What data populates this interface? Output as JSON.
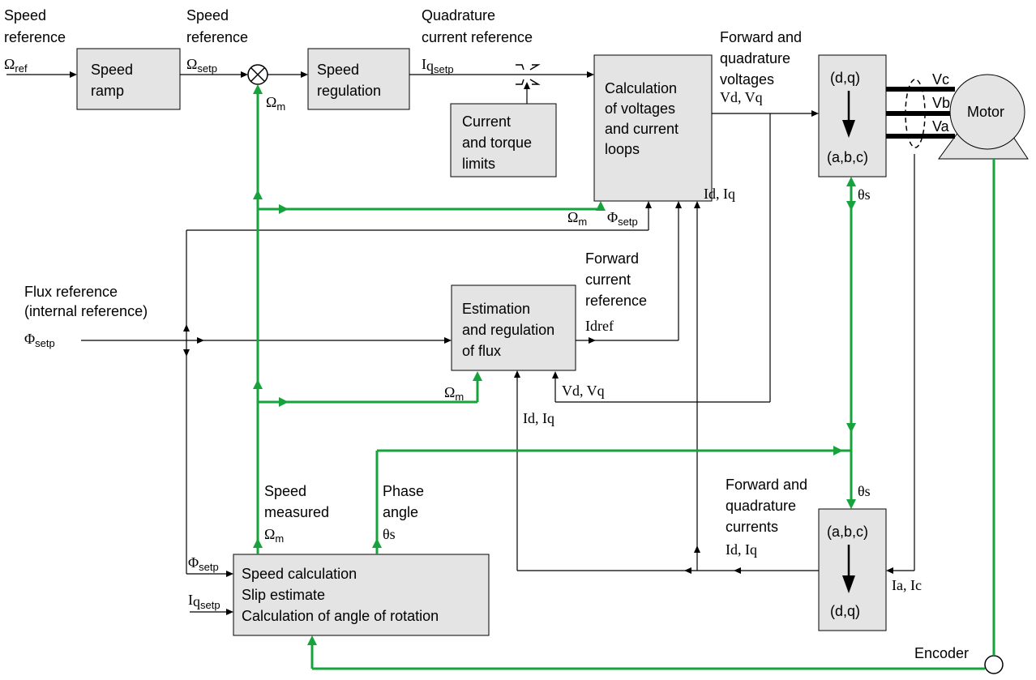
{
  "blocks": {
    "speed_ramp": [
      "Speed",
      "ramp"
    ],
    "speed_regulation": [
      "Speed",
      "regulation"
    ],
    "current_torque_limits": [
      "Current",
      "and torque",
      "limits"
    ],
    "calc_voltages": [
      "Calculation",
      "of voltages",
      "and current",
      "loops"
    ],
    "transform_dq_abc": {
      "top": "(d,q)",
      "bottom": "(a,b,c)"
    },
    "transform_abc_dq": {
      "top": "(a,b,c)",
      "bottom": "(d,q)"
    },
    "estimation_flux": [
      "Estimation",
      "and regulation",
      "of flux"
    ],
    "speed_calc": [
      "Speed calculation",
      "Slip estimate",
      "Calculation of angle of rotation"
    ],
    "motor": "Motor"
  },
  "labels": {
    "speed_reference_1": [
      "Speed",
      "reference"
    ],
    "speed_reference_2": [
      "Speed",
      "reference"
    ],
    "quadrature_current_reference": [
      "Quadrature",
      "current reference"
    ],
    "forward_quadrature_voltages": [
      "Forward and",
      "quadrature",
      "voltages"
    ],
    "forward_current_reference": [
      "Forward",
      "current",
      "reference"
    ],
    "flux_reference": [
      "Flux reference",
      "(internal reference)"
    ],
    "speed_measured": [
      "Speed",
      "measured"
    ],
    "phase_angle": [
      "Phase",
      "angle"
    ],
    "forward_quadrature_currents": [
      "Forward and",
      "quadrature",
      "currents"
    ],
    "encoder": "Encoder"
  },
  "signals": {
    "omega": "Ω",
    "omega_ref_sub": "ref",
    "omega_setp_sub": "setp",
    "omega_m_sub": "m",
    "iq": "I",
    "iq_q": "q",
    "iq_setp_sub": "setp",
    "phi": "Φ",
    "phi_setp_sub": "setp",
    "vd_vq": "Vd, Vq",
    "id_iq": "Id, Iq",
    "ia_ic": "Ia, Ic",
    "idref": "Idref",
    "theta_s": "θs",
    "vc": "Vc",
    "vb": "Vb",
    "va": "Va"
  }
}
